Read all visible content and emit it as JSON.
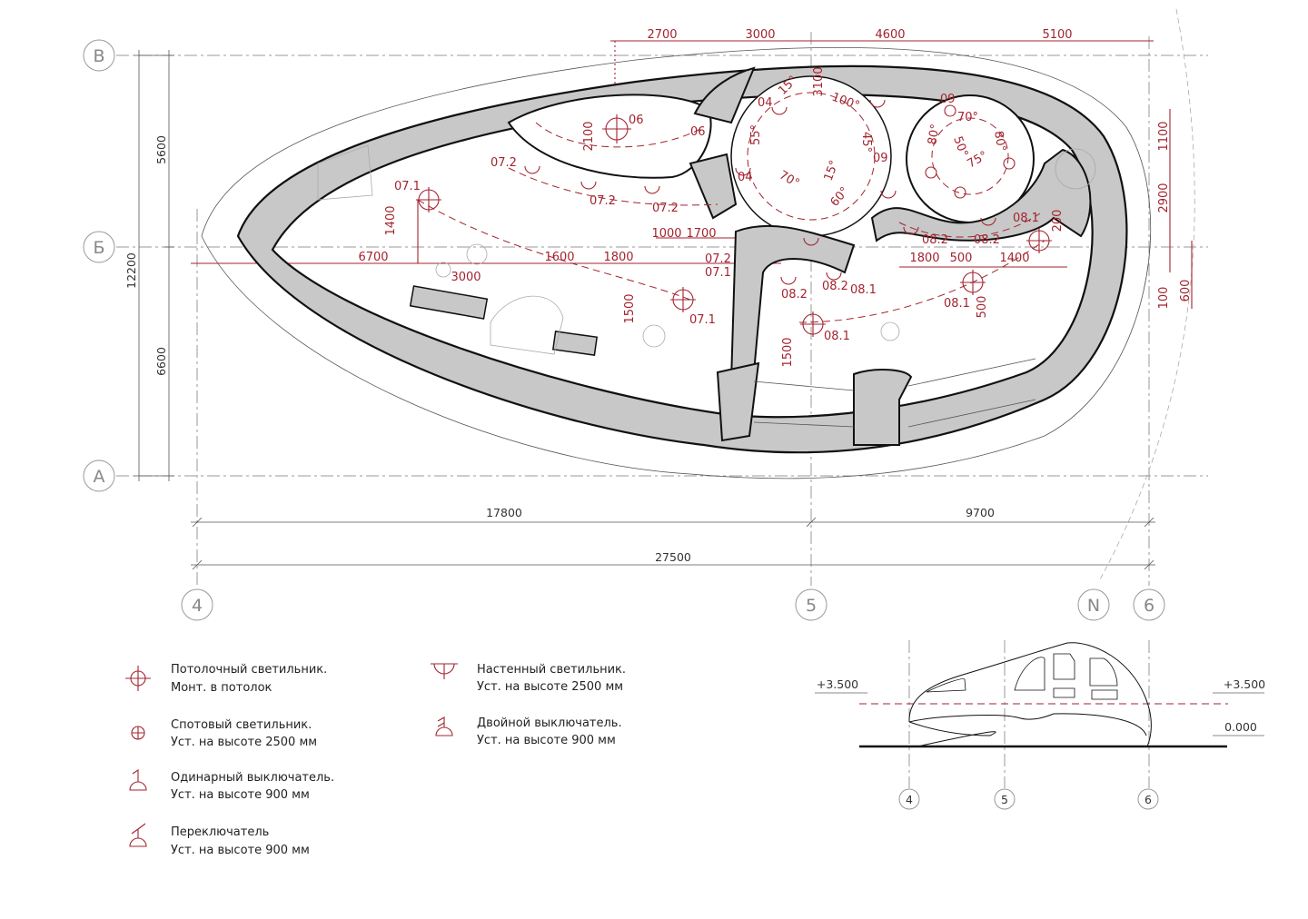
{
  "grid": {
    "rows": [
      "В",
      "Б",
      "А"
    ],
    "cols": [
      "4",
      "5",
      "6"
    ],
    "north": "N"
  },
  "dimensions": {
    "top": [
      "2700",
      "3000",
      "4600",
      "5100"
    ],
    "left": [
      "5600",
      "6600",
      "12200"
    ],
    "bottom": [
      "17800",
      "9700",
      "27500"
    ],
    "right": [
      "1100",
      "2900",
      "100",
      "600"
    ]
  },
  "plan_labels": {
    "fixtures": [
      "06",
      "06",
      "04",
      "04",
      "09",
      "09",
      "07.2",
      "07.1",
      "07.2",
      "07.2",
      "07.2",
      "07.1",
      "07.1",
      "08.2",
      "08.2",
      "08.1",
      "08.1",
      "08.2",
      "08.2",
      "08.1",
      "08.1"
    ],
    "angles": [
      "15°",
      "100°",
      "55°",
      "45°",
      "70°",
      "15°",
      "60°",
      "70°",
      "80°",
      "80°",
      "50°",
      "75°"
    ],
    "measures": [
      "3100",
      "2100",
      "1400",
      "6700",
      "3000",
      "1600",
      "1800",
      "1000",
      "1700",
      "1500",
      "1500",
      "200",
      "1800",
      "500",
      "1400",
      "500"
    ]
  },
  "legend": [
    {
      "icon": "ceiling-light-icon",
      "line1": "Потолочный светильник.",
      "line2": "Монт. в потолок"
    },
    {
      "icon": "spot-light-icon",
      "line1": "Спотовый светильник.",
      "line2": "Уст. на высоте 2500 мм"
    },
    {
      "icon": "single-switch-icon",
      "line1": "Одинарный выключатель.",
      "line2": "Уст. на высоте 900 мм"
    },
    {
      "icon": "toggle-switch-icon",
      "line1": "Переключатель",
      "line2": "Уст. на высоте 900 мм"
    },
    {
      "icon": "wall-light-icon",
      "line1": "Настенный светильник.",
      "line2": "Уст. на высоте 2500 мм"
    },
    {
      "icon": "double-switch-icon",
      "line1": "Двойной выключатель.",
      "line2": "Уст. на высоте 900 мм"
    }
  ],
  "section": {
    "levels": [
      "+3.500",
      "+3.500",
      "0.000"
    ],
    "axes": [
      "4",
      "5",
      "6"
    ]
  },
  "colors": {
    "annotation": "#a3232f",
    "wall": "#c8c8c8",
    "line": "#111111"
  }
}
